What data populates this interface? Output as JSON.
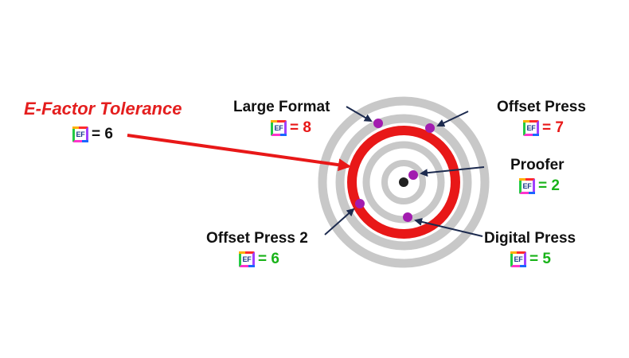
{
  "title": "E-Factor Tolerance",
  "tolerance": {
    "badge": "EF",
    "value": "= 6",
    "color": "#111111"
  },
  "colors": {
    "ring_gray": "#c8c8c8",
    "ring_red": "#e81818",
    "dot": "#a21caf",
    "center_dot": "#222222",
    "arrow_dark": "#1d2b4f",
    "arrow_red": "#e81818",
    "value_red": "#e81818",
    "value_green": "#19b319"
  },
  "devices": [
    {
      "id": "large-format",
      "name": "Large Format",
      "badge": "EF",
      "value": "= 8",
      "color": "#e81818"
    },
    {
      "id": "offset-press",
      "name": "Offset Press",
      "badge": "EF",
      "value": "= 7",
      "color": "#e81818"
    },
    {
      "id": "proofer",
      "name": "Proofer",
      "badge": "EF",
      "value": "= 2",
      "color": "#19b319"
    },
    {
      "id": "digital-press",
      "name": "Digital Press",
      "badge": "EF",
      "value": "= 5",
      "color": "#19b319"
    },
    {
      "id": "offset-press-2",
      "name": "Offset Press 2",
      "badge": "EF",
      "value": "= 6",
      "color": "#19b319"
    }
  ]
}
